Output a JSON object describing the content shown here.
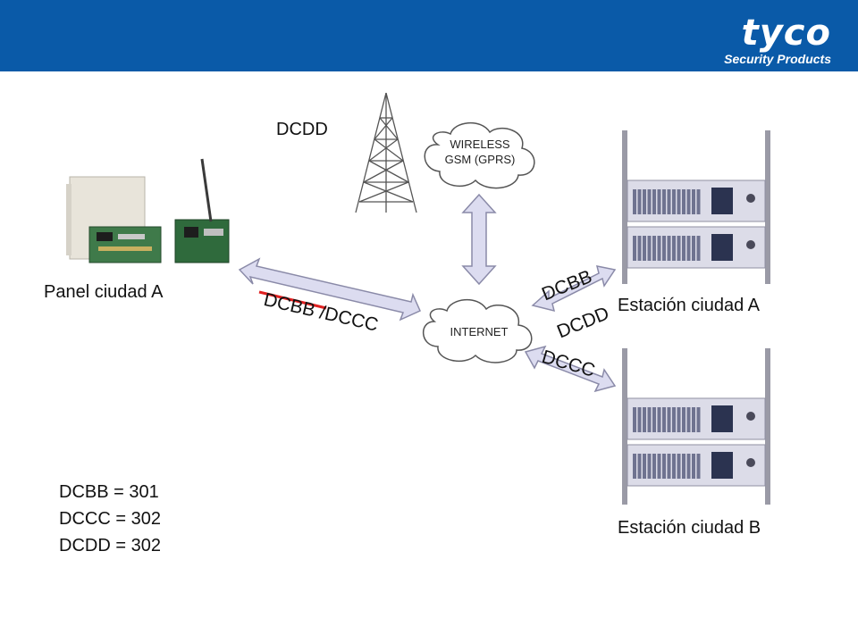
{
  "brand": {
    "name": "tyco",
    "subtitle": "Security Products"
  },
  "nodes": {
    "panel_label": "Panel ciudad  A",
    "station_a_label": "Estación ciudad A",
    "station_b_label": "Estación ciudad B",
    "wireless_cloud": [
      "WIRELESS",
      "GSM (GPRS)"
    ],
    "internet_cloud": "INTERNET"
  },
  "links": {
    "tower_label": "DCDD",
    "panel_link_label": "DCBB /DCCC",
    "station_a_top_label": "DCBB",
    "station_a_bottom_label": "DCDD",
    "station_b_label": "DCCC"
  },
  "legend": [
    "DCBB = 301",
    "DCCC = 302",
    "DCDD = 302"
  ],
  "colors": {
    "header": "#0a5aa8",
    "arrow_fill": "#dcdcf0",
    "arrow_stroke": "#8a8aa8",
    "strike": "#e02020"
  }
}
